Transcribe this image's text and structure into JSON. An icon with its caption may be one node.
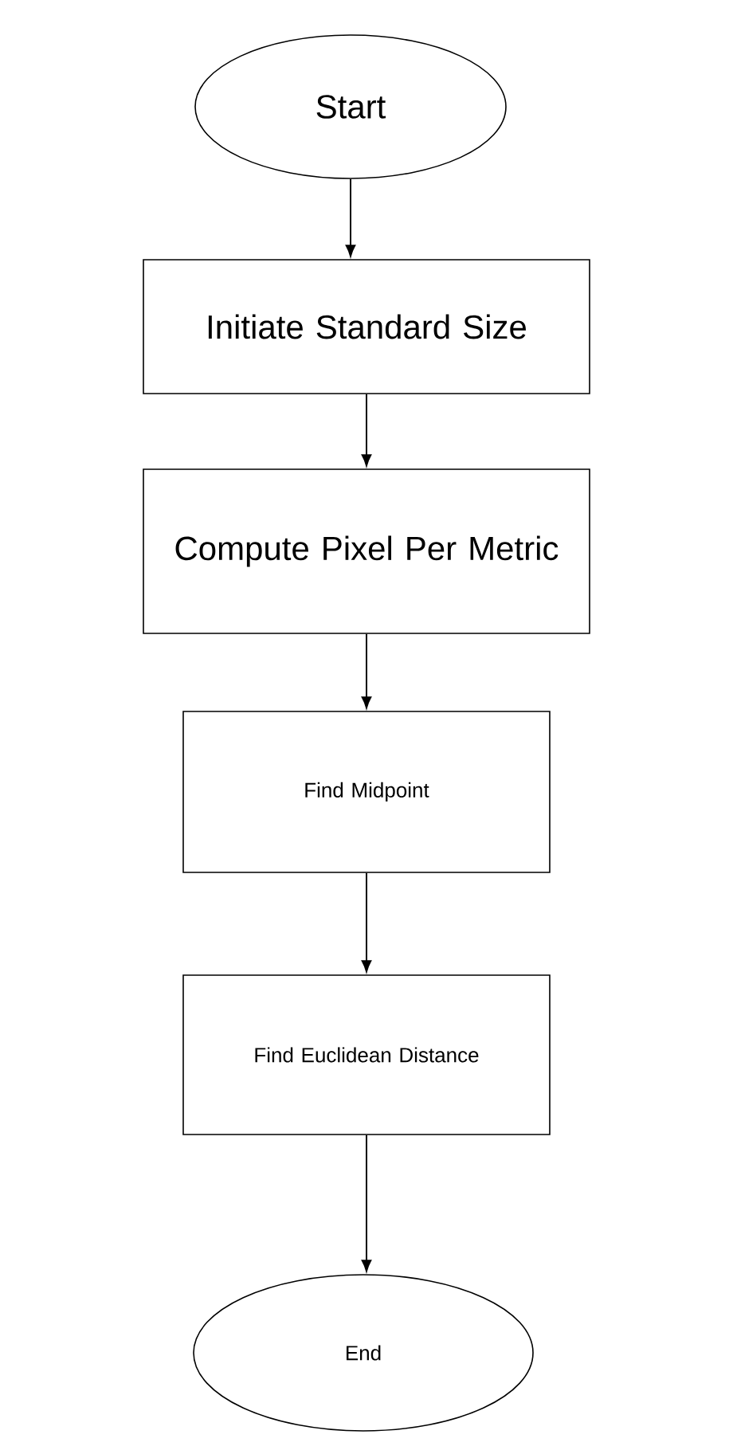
{
  "diagram": {
    "nodes": [
      {
        "text": [
          "Start"
        ]
      },
      {
        "text": [
          "Initiate Standard Size"
        ]
      },
      {
        "text": [
          "Compute Pixel Per Metric"
        ]
      },
      {
        "text": [
          "Find Midpoint"
        ]
      },
      {
        "text": [
          "Find Euclidean Distance"
        ]
      },
      {
        "text": [
          "End"
        ]
      }
    ],
    "edges": [
      {
        "from": 0,
        "to": 1,
        "arrow": "to"
      },
      {
        "from": 1,
        "to": 2,
        "arrow": "to"
      },
      {
        "from": 2,
        "to": 3,
        "arrow": "to"
      },
      {
        "from": 3,
        "to": 4,
        "arrow": "to"
      },
      {
        "from": 4,
        "to": 5,
        "arrow": "to"
      }
    ]
  }
}
